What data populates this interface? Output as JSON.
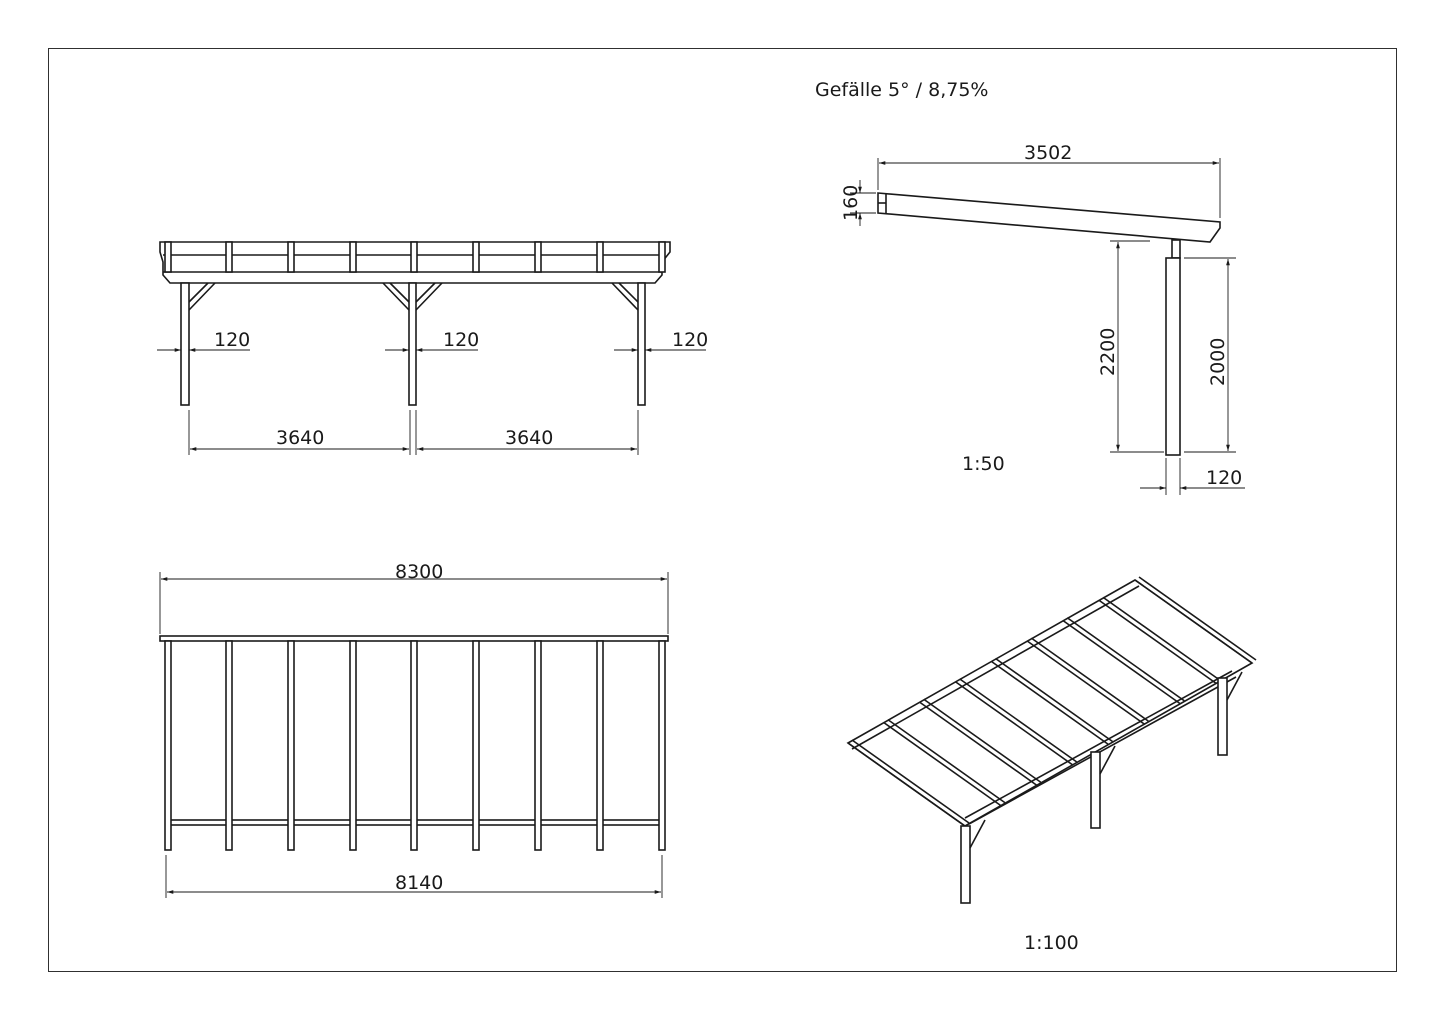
{
  "slope_note": "Gefälle 5° / 8,75%",
  "front_view": {
    "post_width_labels": [
      "120",
      "120",
      "120"
    ],
    "span_labels": [
      "3640",
      "3640"
    ]
  },
  "side_view": {
    "depth": "3502",
    "beam_height": "160",
    "rear_height": "2200",
    "front_height": "2000",
    "post_width": "120",
    "scale": "1:50"
  },
  "plan_view": {
    "overall_length": "8300",
    "post_length": "8140"
  },
  "iso_view": {
    "scale": "1:100"
  },
  "colors": {
    "line": "#1a1a1a",
    "background": "#ffffff"
  }
}
